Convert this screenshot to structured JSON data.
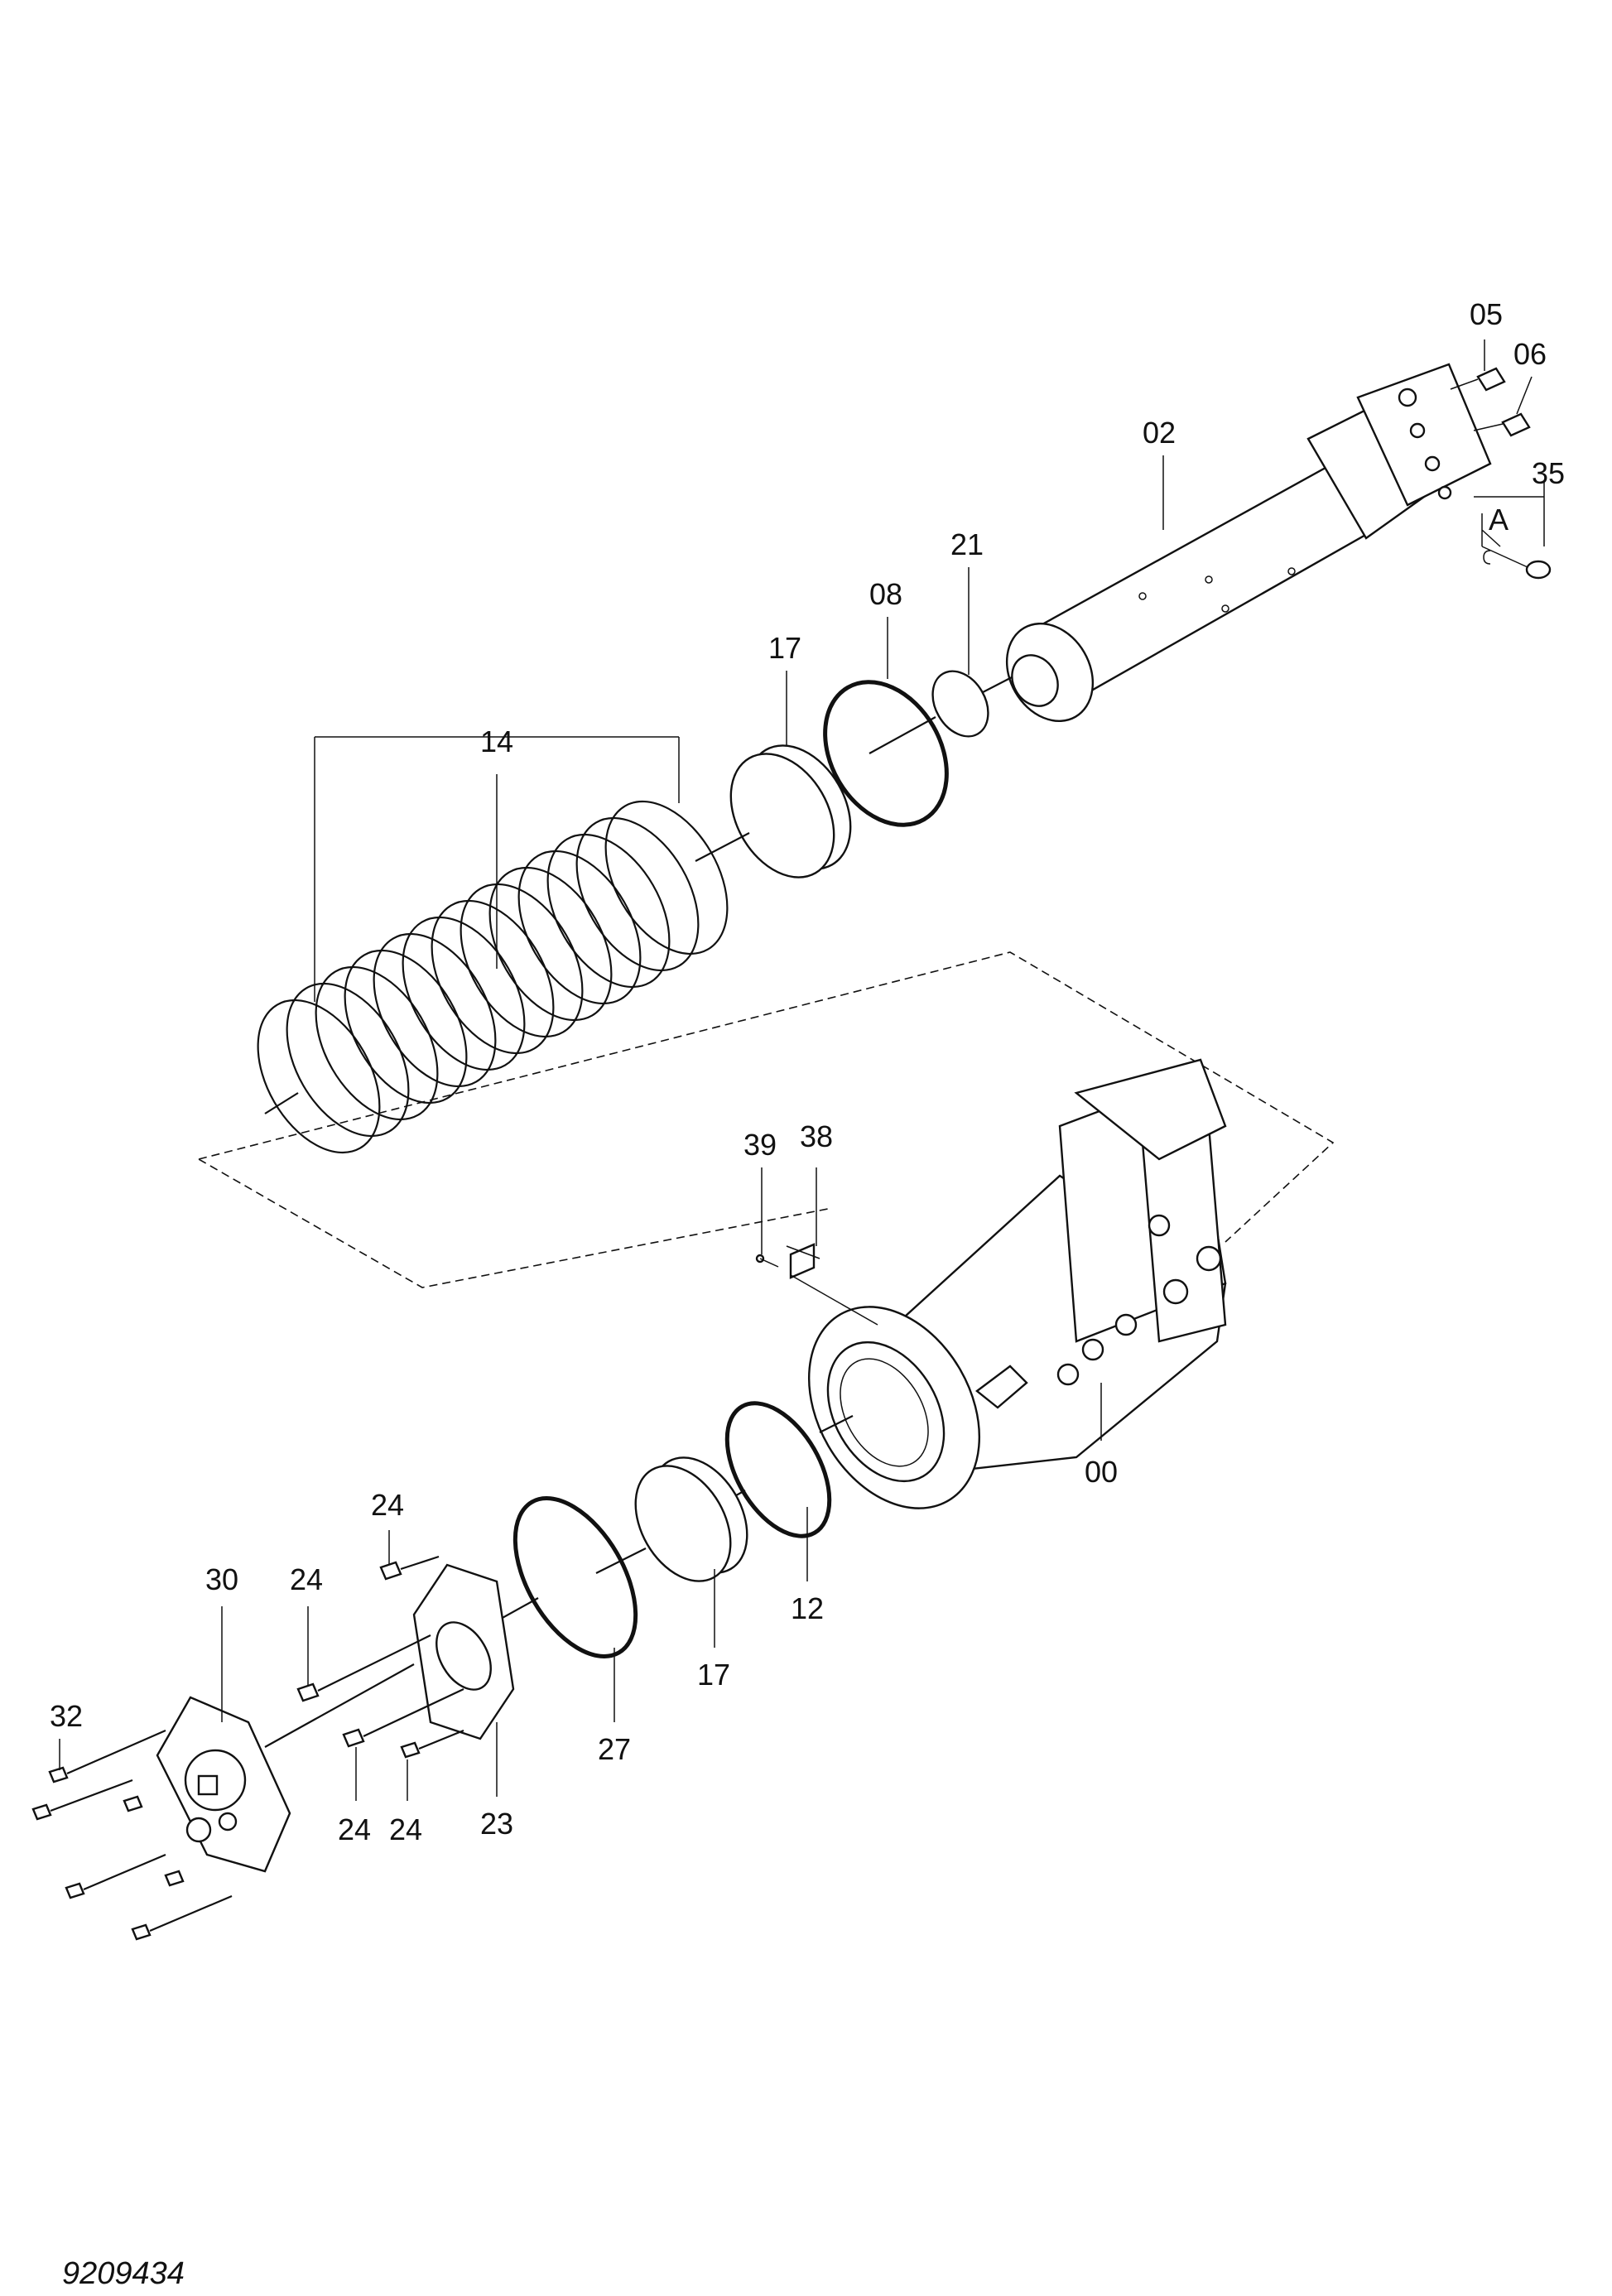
{
  "reference_code": "9209434",
  "callouts": {
    "c05": "05",
    "c06": "06",
    "c02": "02",
    "c35": "35",
    "cA": "A",
    "c21": "21",
    "c08": "08",
    "c17a": "17",
    "c14": "14",
    "c39": "39",
    "c38": "38",
    "c00": "00",
    "c12": "12",
    "c17b": "17",
    "c27": "27",
    "c24a": "24",
    "c24b": "24",
    "c30": "30",
    "c32": "32",
    "c24c": "24",
    "c24d": "24",
    "c23": "23"
  }
}
